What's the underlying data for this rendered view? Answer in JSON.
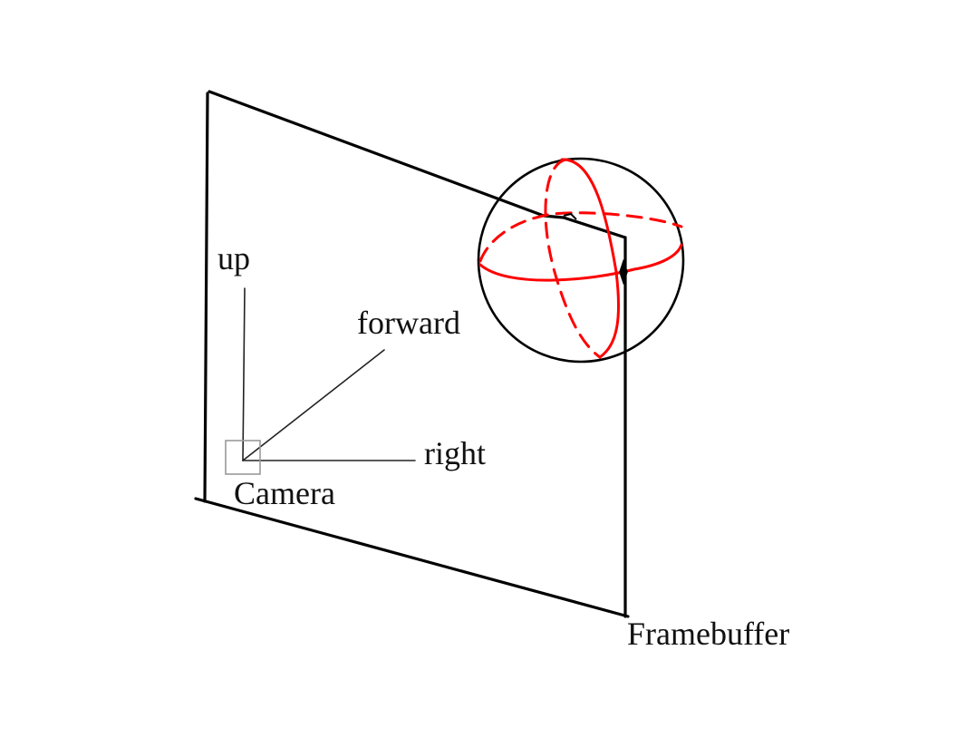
{
  "labels": {
    "up": "up",
    "forward": "forward",
    "right": "right",
    "camera": "Camera",
    "framebuffer": "Framebuffer"
  },
  "colors": {
    "stroke": "#000000",
    "sphere_guides": "#ff0000",
    "camera_box": "#9a9a9a",
    "text": "#111111"
  }
}
